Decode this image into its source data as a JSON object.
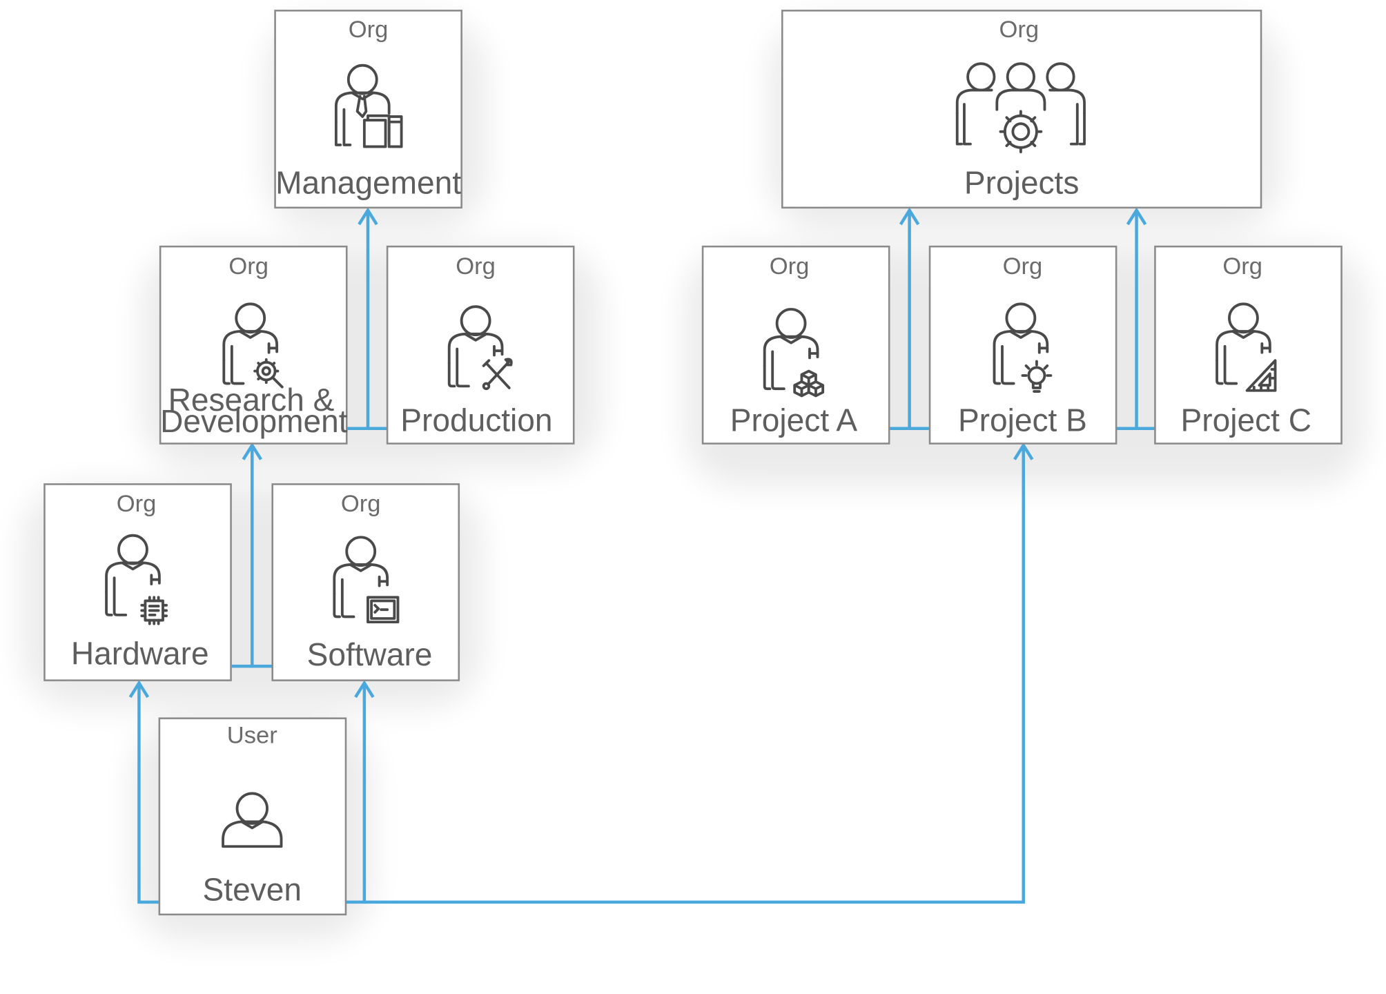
{
  "colors": {
    "edge": "#4aa8dd",
    "box_border": "#8a8a8a",
    "icon": "#4a4a4a",
    "text": "#5e5e5e"
  },
  "nodes": {
    "management": {
      "type": "Org",
      "label": "Management",
      "icon": "manager-with-documents-icon"
    },
    "research": {
      "type": "Org",
      "label_line1": "Research &",
      "label_line2": "Development",
      "icon": "person-with-gear-magnifier-icon"
    },
    "production": {
      "type": "Org",
      "label": "Production",
      "icon": "person-with-tools-icon"
    },
    "hardware": {
      "type": "Org",
      "label": "Hardware",
      "icon": "person-with-chip-icon"
    },
    "software": {
      "type": "Org",
      "label": "Software",
      "icon": "person-with-terminal-icon"
    },
    "steven": {
      "type": "User",
      "label": "Steven",
      "icon": "person-icon"
    },
    "projects": {
      "type": "Org",
      "label": "Projects",
      "icon": "team-with-gear-icon"
    },
    "project_a": {
      "type": "Org",
      "label": "Project A",
      "icon": "person-with-cubes-icon"
    },
    "project_b": {
      "type": "Org",
      "label": "Project B",
      "icon": "person-with-lightbulb-icon"
    },
    "project_c": {
      "type": "Org",
      "label": "Project C",
      "icon": "person-with-ruler-triangle-icon"
    }
  },
  "edges": [
    {
      "from": "research",
      "to": "management"
    },
    {
      "from": "production",
      "to": "management"
    },
    {
      "from": "hardware",
      "to": "research"
    },
    {
      "from": "software",
      "to": "research"
    },
    {
      "from": "steven",
      "to": "hardware"
    },
    {
      "from": "steven",
      "to": "software"
    },
    {
      "from": "steven",
      "to": "project_b"
    },
    {
      "from": "project_a",
      "to": "projects"
    },
    {
      "from": "project_b",
      "to": "projects"
    },
    {
      "from": "project_c",
      "to": "projects"
    }
  ]
}
